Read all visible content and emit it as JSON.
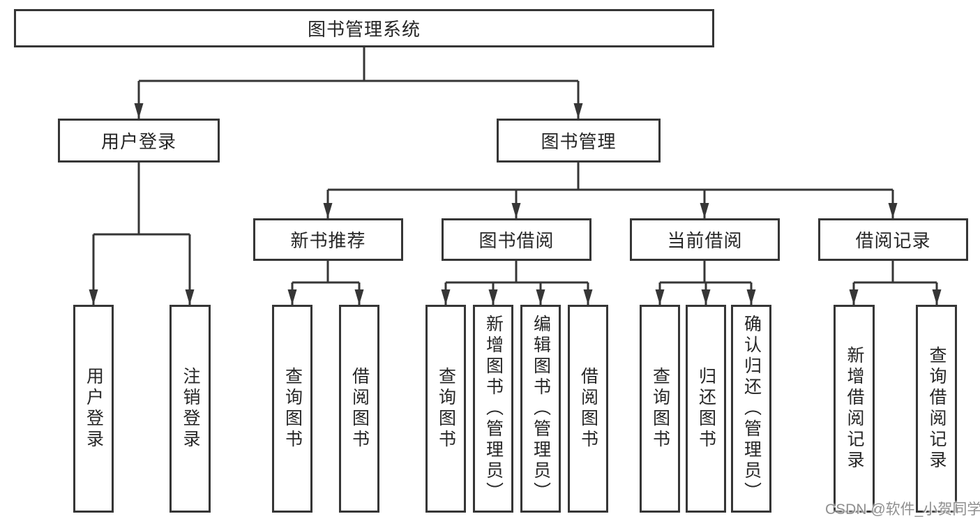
{
  "colors": {
    "background": "#ffffff",
    "line": "#363636",
    "box_border": "#363636",
    "text": "#262626",
    "watermark_text": "#8f8f8f"
  },
  "watermark": {
    "text": "CSDN @软件_小贺同学"
  },
  "tree": {
    "label": "图书管理系统",
    "children": [
      {
        "label": "用户登录",
        "children": [
          {
            "label": "用户登录"
          },
          {
            "label": "注销登录"
          }
        ]
      },
      {
        "label": "图书管理",
        "children": [
          {
            "label": "新书推荐",
            "children": [
              {
                "label": "查询图书"
              },
              {
                "label": "借阅图书"
              }
            ]
          },
          {
            "label": "图书借阅",
            "children": [
              {
                "label": "查询图书"
              },
              {
                "label": "新增图书（管理员）"
              },
              {
                "label": "编辑图书（管理员）"
              },
              {
                "label": "借阅图书"
              }
            ]
          },
          {
            "label": "当前借阅",
            "children": [
              {
                "label": "查询图书"
              },
              {
                "label": "归还图书"
              },
              {
                "label": "确认归还（管理员）"
              }
            ]
          },
          {
            "label": "借阅记录",
            "children": [
              {
                "label": "新增借阅记录"
              },
              {
                "label": "查询借阅记录"
              }
            ]
          }
        ]
      }
    ]
  }
}
